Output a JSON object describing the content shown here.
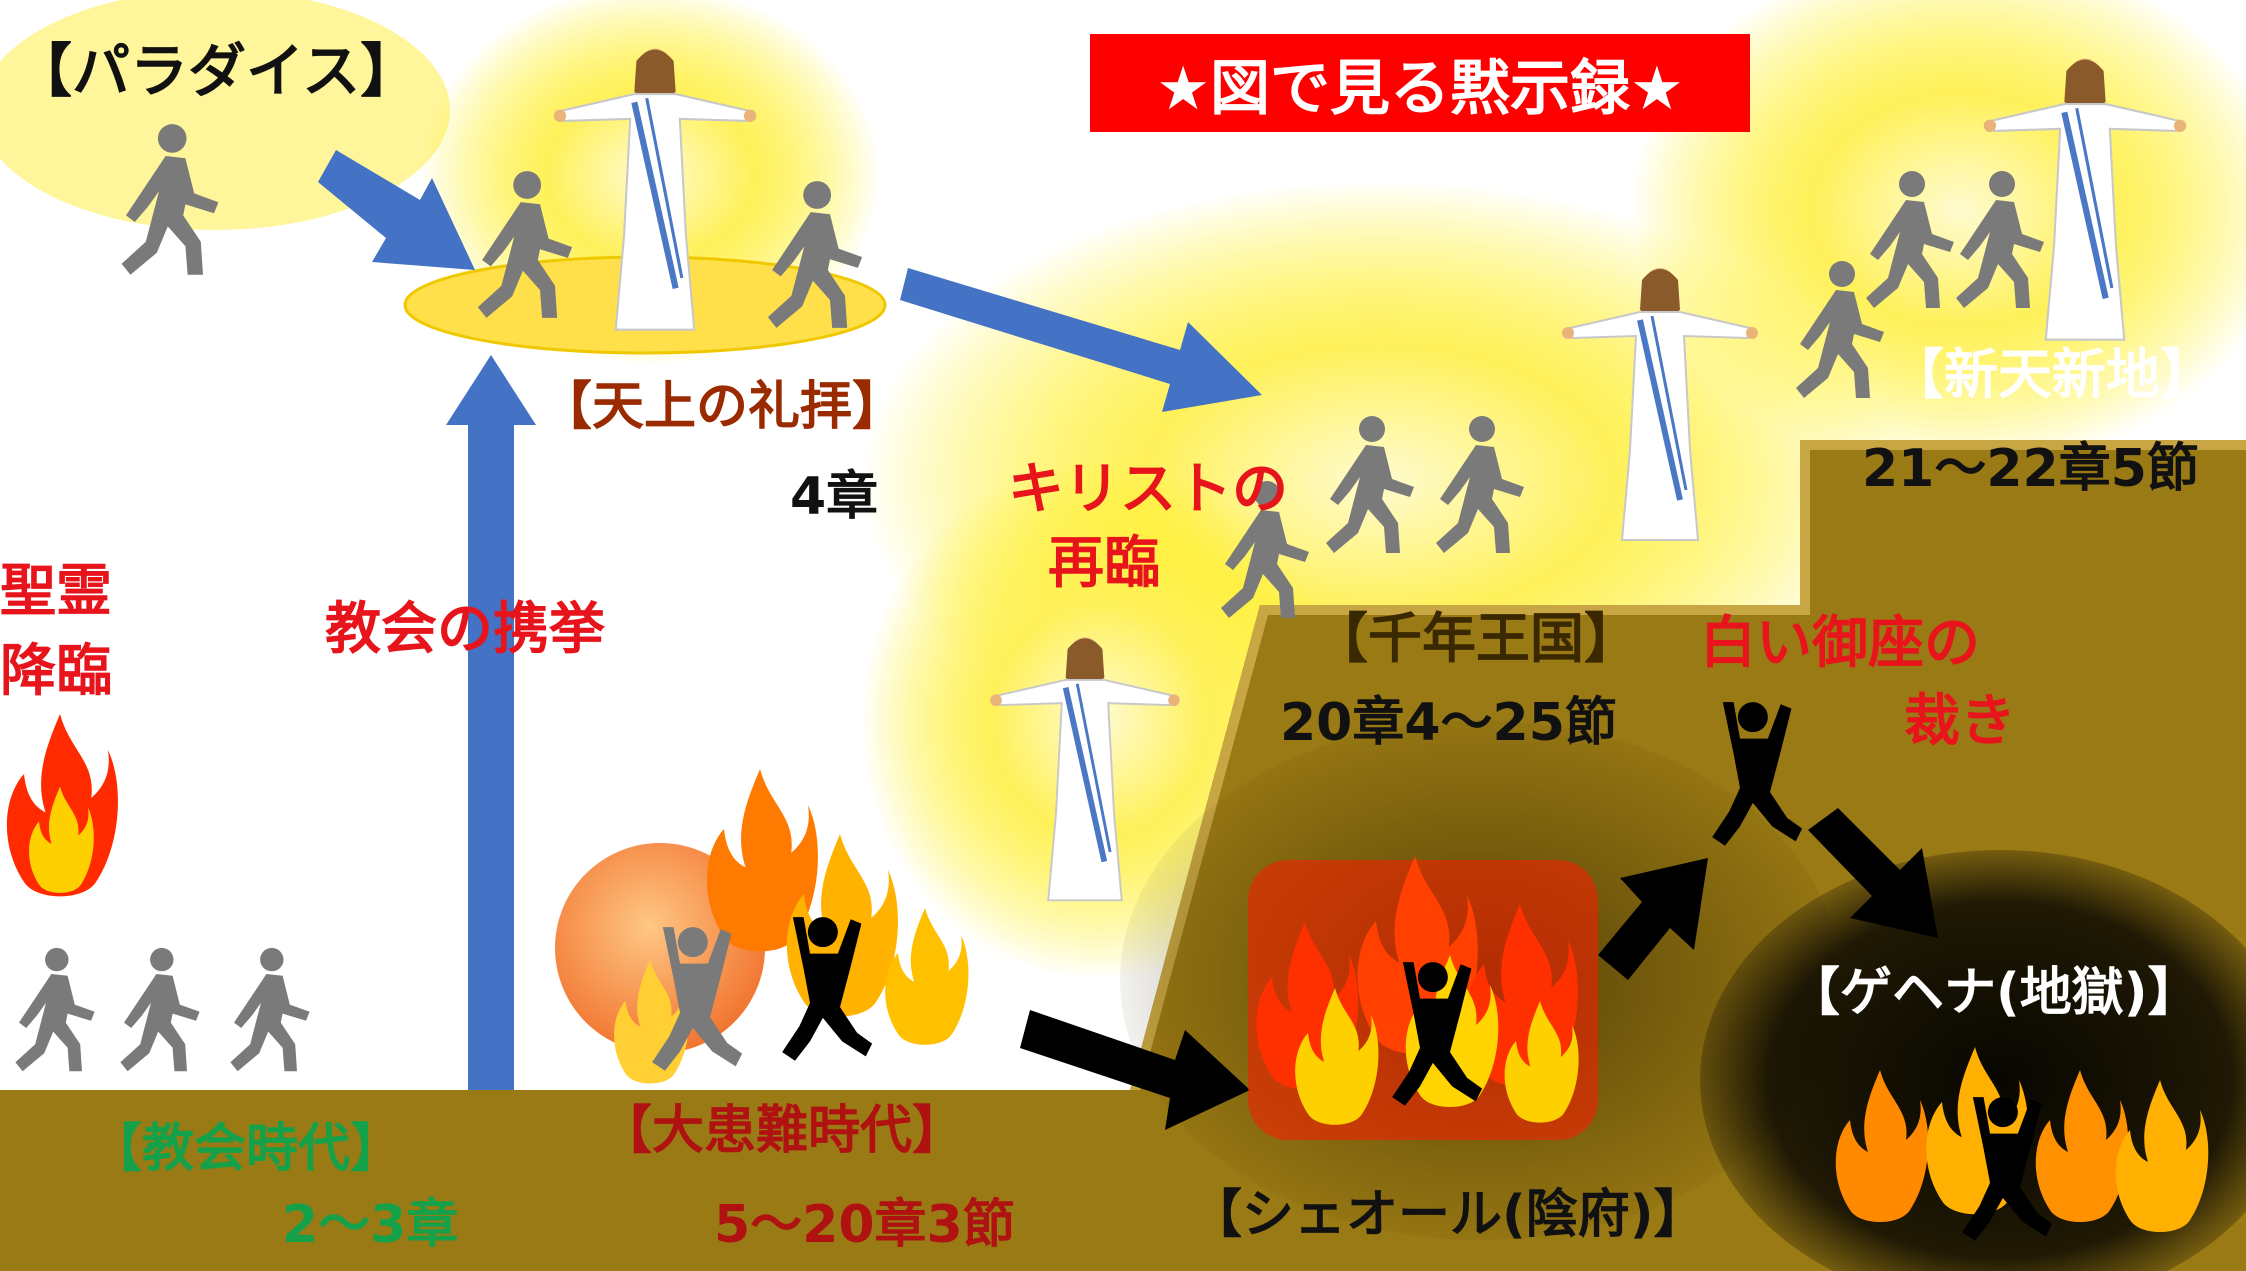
{
  "title": "★図で見る黙示録★",
  "stages": {
    "paradise": "【パラダイス】",
    "heavenly_worship": "【天上の礼拝】",
    "heavenly_worship_ref": "4章",
    "church_age": "【教会時代】",
    "church_age_ref": "2〜3章",
    "tribulation": "【大患難時代】",
    "tribulation_ref": "5〜20章3節",
    "millennium": "【千年王国】",
    "millennium_ref": "20章4〜25節",
    "new_heaven": "【新天新地】",
    "new_heaven_ref": "21〜22章5節",
    "sheol": "【シェオール(陰府)】",
    "gehenna": "【ゲヘナ(地獄)】"
  },
  "events": {
    "holy_spirit_line1": "聖霊",
    "holy_spirit_line2": "降臨",
    "rapture": "教会の携挙",
    "second_coming_line1": "キリストの",
    "second_coming_line2": "再臨",
    "white_throne_line1": "白い御座の",
    "white_throne_line2": "裁き"
  },
  "colors": {
    "title_bg": "#ff0000",
    "event_text": "#e8141b",
    "church_text": "#15a04a",
    "tribulation_text": "#b01212",
    "ground": "#9a7a14",
    "arrow_blue": "#4472c4",
    "glow": "#ffee00"
  },
  "icons": [
    "person-walking-icon",
    "jesus-figure-icon",
    "flame-icon",
    "person-falling-icon"
  ]
}
